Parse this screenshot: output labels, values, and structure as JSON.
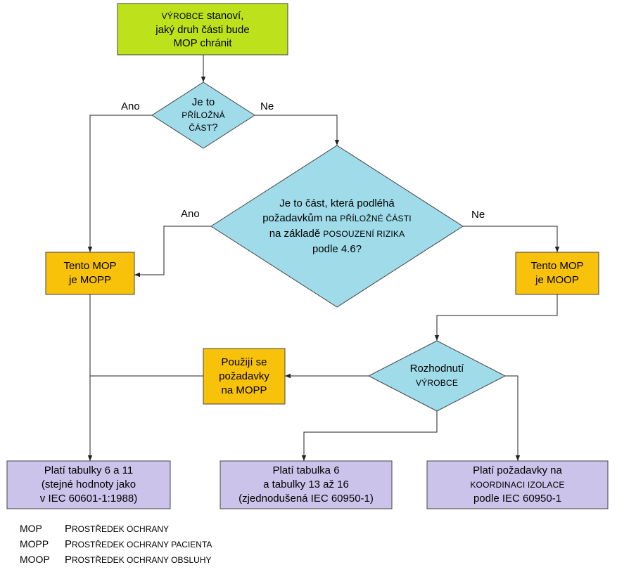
{
  "colors": {
    "start_fill": "#bde21c",
    "decision_fill": "#9fdbe9",
    "action_fill": "#f8c10a",
    "result_fill": "#cbc3ea",
    "stroke": "#444444"
  },
  "nodes": {
    "start": {
      "line1_sc": "VÝROBCE",
      "line1_rest": " stanoví,",
      "line2": "jaký druh části bude",
      "line3": "MOP chránit"
    },
    "decision_applied": {
      "line1": "Je to",
      "line2_sc": "PŘÍLOŽNÁ",
      "line3_sc": "ČÁST",
      "line3_rest": "?"
    },
    "decision_risk": {
      "line1": "Je to část, která podléhá",
      "line2_pre": "požadavkům na ",
      "line2_sc": "PŘÍLOŽNÉ ČÁSTI",
      "line3_pre": "na základě ",
      "line3_sc": "POSOUZENÍ RIZIKA",
      "line4": "podle 4.6?"
    },
    "mopp_box": {
      "line1": "Tento MOP",
      "line2": "je MOPP"
    },
    "moop_box": {
      "line1": "Tento MOP",
      "line2": "je MOOP"
    },
    "decision_manufacturer": {
      "line1": "Rozhodnutí",
      "line2_sc": "VÝROBCE"
    },
    "apply_box": {
      "line1": "Použijí se",
      "line2": "požadavky",
      "line3": "na MOPP"
    },
    "result_left": {
      "line1": "Platí tabulky 6 a 11",
      "line2": "(stejné hodnoty jako",
      "line3": "v IEC 60601-1:1988)"
    },
    "result_middle": {
      "line1": "Platí tabulka 6",
      "line2": "a tabulky 13 až 16",
      "line3": "(zjednodušená IEC 60950-1)"
    },
    "result_right": {
      "line1": "Platí požadavky na",
      "line2_sc": "KOORDINACI IZOLACE",
      "line3": "podle IEC 60950-1"
    }
  },
  "edge_labels": {
    "ano_1": "Ano",
    "ne_1": "Ne",
    "ano_2": "Ano",
    "ne_2": "Ne"
  },
  "legend": [
    {
      "abbr": "MOP",
      "first": "P",
      "rest": "ROSTŘEDEK OCHRANY"
    },
    {
      "abbr": "MOPP",
      "first": "P",
      "rest": "ROSTŘEDEK OCHRANY PACIENTA"
    },
    {
      "abbr": "MOOP",
      "first": "P",
      "rest": "ROSTŘEDEK OCHRANY OBSLUHY"
    }
  ]
}
